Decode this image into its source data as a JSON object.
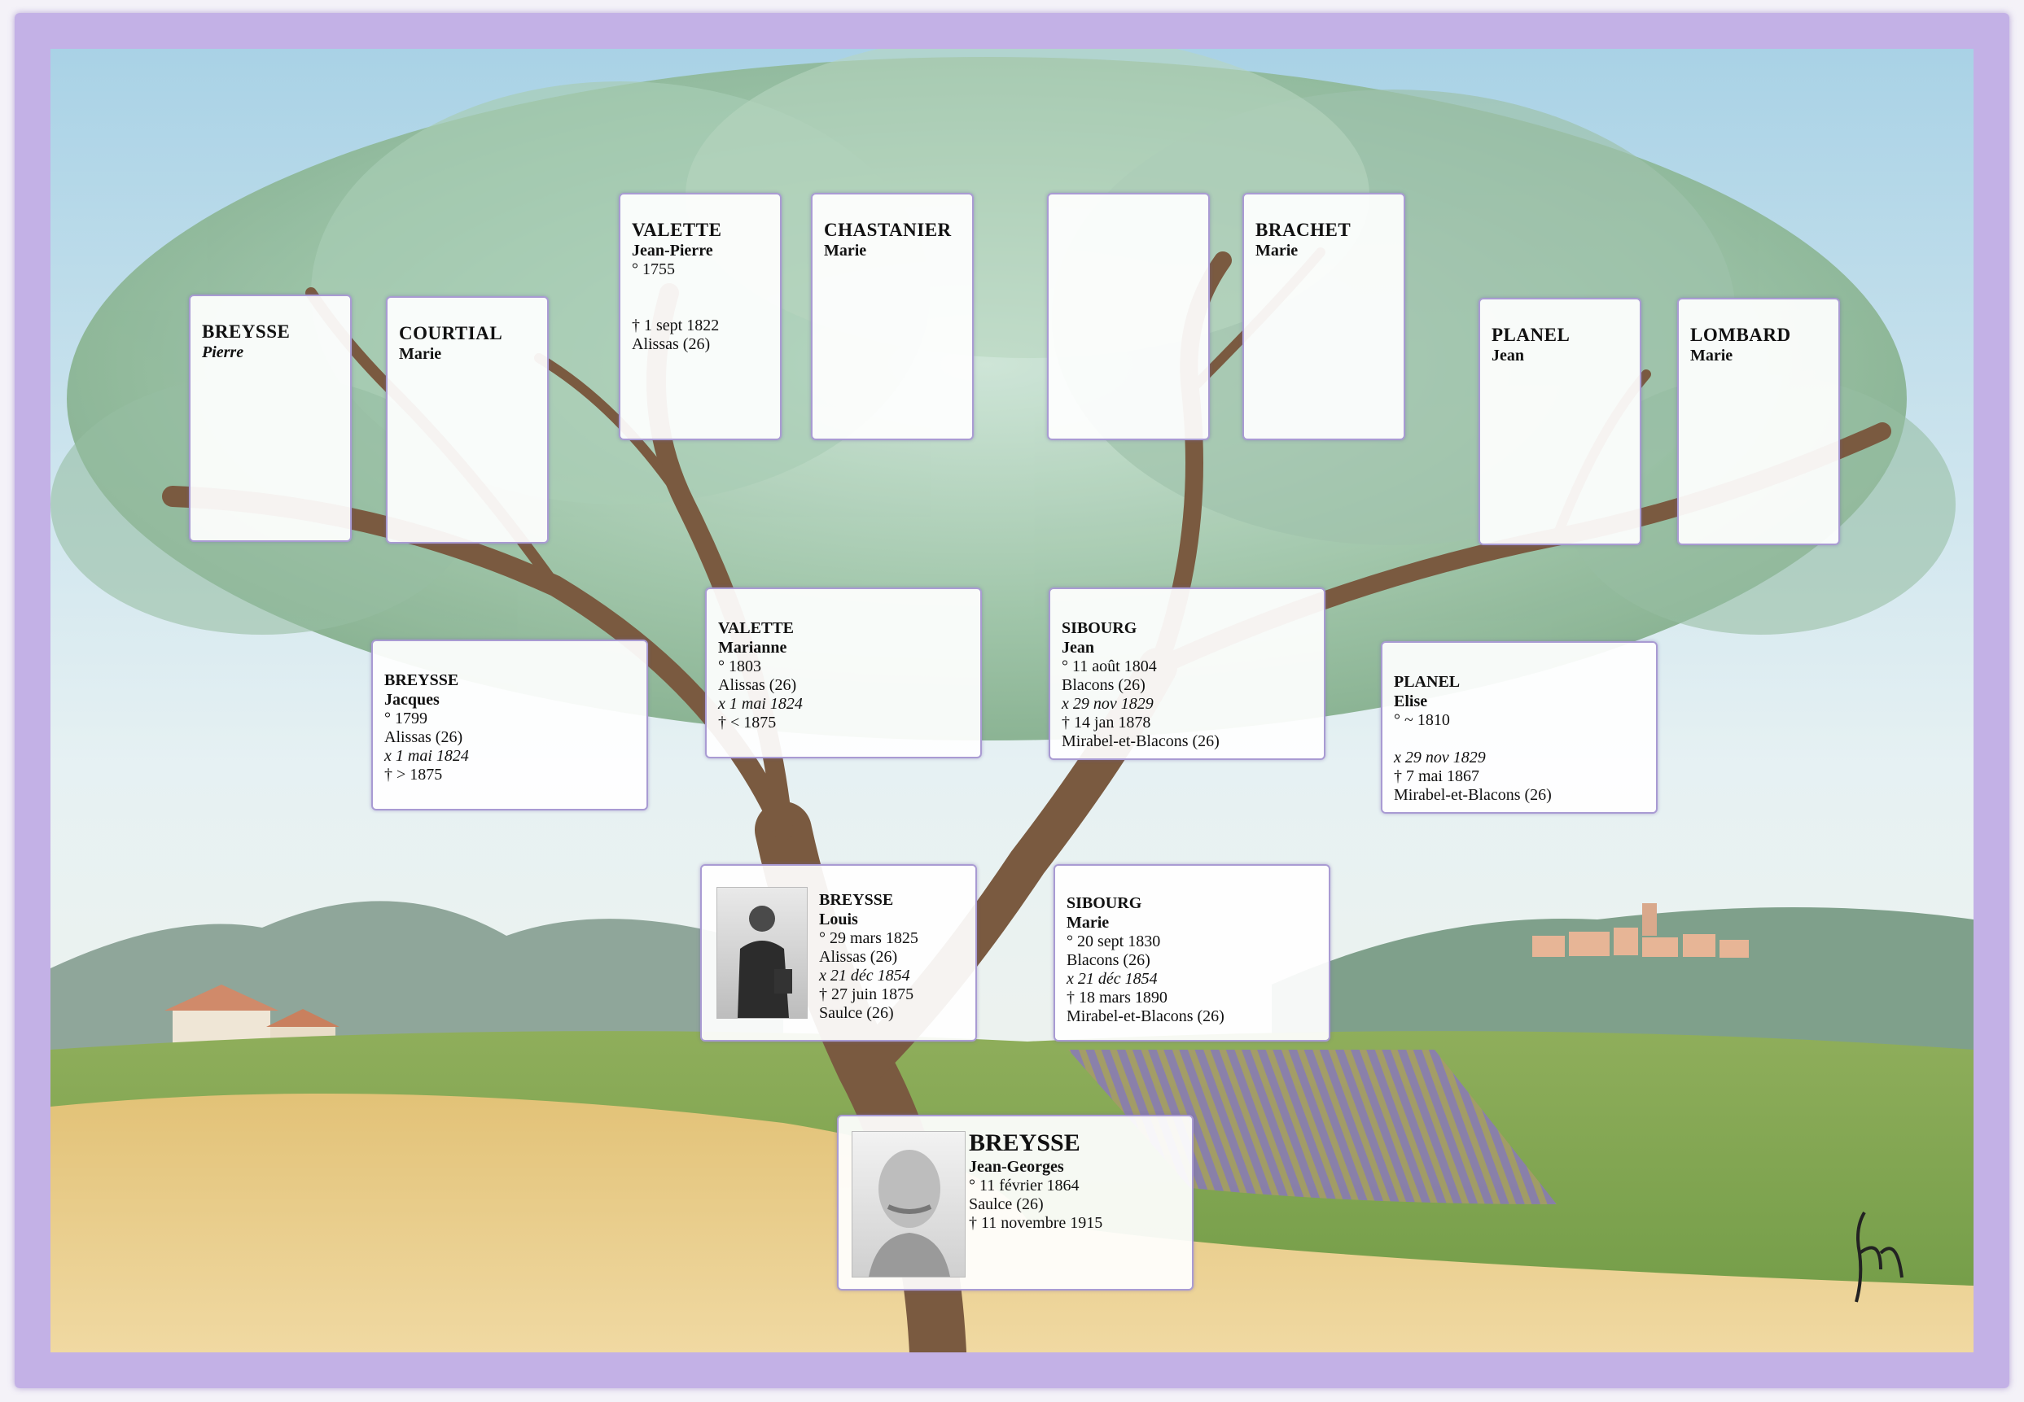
{
  "tree": {
    "gen4": [
      {
        "surname": "BREYSSE",
        "given": "Pierre"
      },
      {
        "surname": "COURTIAL",
        "given": "Marie"
      },
      {
        "surname": "VALETTE",
        "given": "Jean-Pierre",
        "birth": "° 1755",
        "death": "† 1 sept 1822",
        "death_place": "Alissas (26)"
      },
      {
        "surname": "CHASTANIER",
        "given": "Marie"
      },
      {
        "surname": "",
        "given": ""
      },
      {
        "surname": "BRACHET",
        "given": "Marie"
      },
      {
        "surname": "PLANEL",
        "given": "Jean"
      },
      {
        "surname": "LOMBARD",
        "given": "Marie"
      }
    ],
    "gen3": [
      {
        "surname": "BREYSSE",
        "given": "Jacques",
        "birth": "° 1799",
        "birth_place": "Alissas (26)",
        "marriage": "x 1 mai 1824",
        "death": "† > 1875"
      },
      {
        "surname": "VALETTE",
        "given": "Marianne",
        "birth": "° 1803",
        "birth_place": "Alissas (26)",
        "marriage": "x 1 mai 1824",
        "death": "† < 1875"
      },
      {
        "surname": "SIBOURG",
        "given": "Jean",
        "birth": "° 11 août 1804",
        "birth_place": "Blacons (26)",
        "marriage": "x 29 nov 1829",
        "death": "† 14 jan 1878",
        "death_place": "Mirabel-et-Blacons (26)"
      },
      {
        "surname": "PLANEL",
        "given": "Elise",
        "birth": "° ~ 1810",
        "marriage": "x 29 nov 1829",
        "death": "† 7 mai 1867",
        "death_place": "Mirabel-et-Blacons (26)"
      }
    ],
    "gen2": [
      {
        "surname": "BREYSSE",
        "given": "Louis",
        "birth": "° 29 mars 1825",
        "birth_place": "Alissas (26)",
        "marriage": "x 21 déc 1854",
        "death": "† 27 juin 1875",
        "death_place": "Saulce (26)"
      },
      {
        "surname": "SIBOURG",
        "given": "Marie",
        "birth": "° 20 sept 1830",
        "birth_place": "Blacons (26)",
        "marriage": "x 21 déc 1854",
        "death": "† 18 mars 1890",
        "death_place": "Mirabel-et-Blacons (26)"
      }
    ],
    "root": {
      "surname": "BREYSSE",
      "given": "Jean-Georges",
      "birth": "° 11 février 1864",
      "birth_place": "Saulce (26)",
      "death": "† 11 novembre 1915"
    }
  },
  "signature": "fm",
  "colors": {
    "frame": "#c3b1e6",
    "card_border": "#a99bd3",
    "sky": "#cfe6f1",
    "foliage": "#8fb79a",
    "field": "#e9c77f",
    "lavender": "#8b78b5"
  }
}
